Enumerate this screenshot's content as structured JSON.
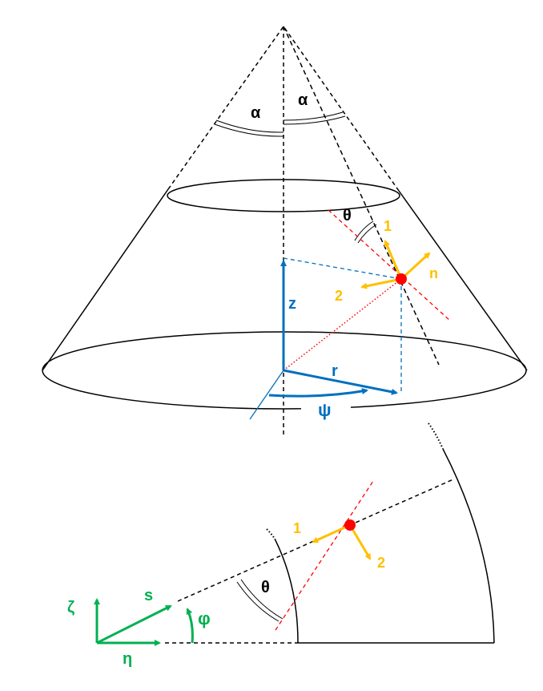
{
  "labels": {
    "alpha_left": "α",
    "alpha_right": "α",
    "theta_top": "θ",
    "z": "z",
    "r": "r",
    "psi": "ψ",
    "n": "n",
    "dir1_top": "1",
    "dir2_top": "2",
    "dir1_bottom": "1",
    "dir2_bottom": "2",
    "theta_bottom": "θ",
    "s": "s",
    "phi": "φ",
    "zeta": "ζ",
    "eta": "η"
  },
  "colors": {
    "line": "#000000",
    "blue": "#0070c0",
    "orange": "#ffc000",
    "green": "#00b050",
    "red": "#ff0000",
    "label_blue": "#0070c0",
    "label_orange": "#ffc000",
    "label_green": "#00b050"
  }
}
